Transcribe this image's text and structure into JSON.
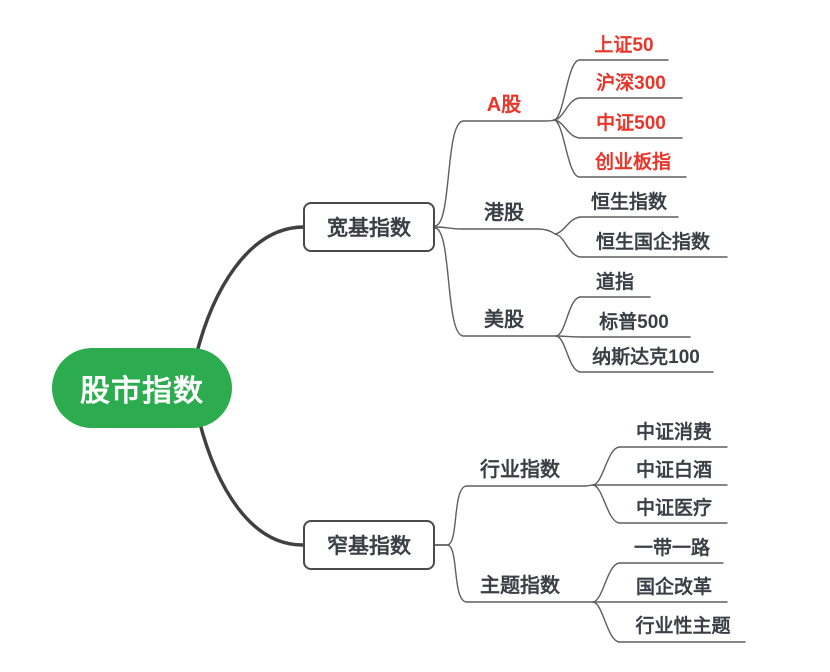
{
  "colors": {
    "root_fill": "#2cac4f",
    "root_text": "#ffffff",
    "highlight": "#e8362b",
    "text": "#3b4046",
    "line": "#5f5f5f",
    "thick_line": "#404040",
    "box_border": "#4a4a4a",
    "background": "#ffffff"
  },
  "map": {
    "root": {
      "label": "股市指数"
    },
    "branches": [
      {
        "label": "宽基指数",
        "children": [
          {
            "label": "A股",
            "highlight": true,
            "children": [
              {
                "label": "上证50",
                "highlight": true
              },
              {
                "label": "沪深300",
                "highlight": true
              },
              {
                "label": "中证500",
                "highlight": true
              },
              {
                "label": "创业板指",
                "highlight": true
              }
            ]
          },
          {
            "label": "港股",
            "children": [
              {
                "label": "恒生指数"
              },
              {
                "label": "恒生国企指数"
              }
            ]
          },
          {
            "label": "美股",
            "children": [
              {
                "label": "道指"
              },
              {
                "label": "标普500"
              },
              {
                "label": "纳斯达克100"
              }
            ]
          }
        ]
      },
      {
        "label": "窄基指数",
        "children": [
          {
            "label": "行业指数",
            "children": [
              {
                "label": "中证消费"
              },
              {
                "label": "中证白酒"
              },
              {
                "label": "中证医疗"
              }
            ]
          },
          {
            "label": "主题指数",
            "children": [
              {
                "label": "一带一路"
              },
              {
                "label": "国企改革"
              },
              {
                "label": "行业性主题"
              }
            ]
          }
        ]
      }
    ]
  }
}
